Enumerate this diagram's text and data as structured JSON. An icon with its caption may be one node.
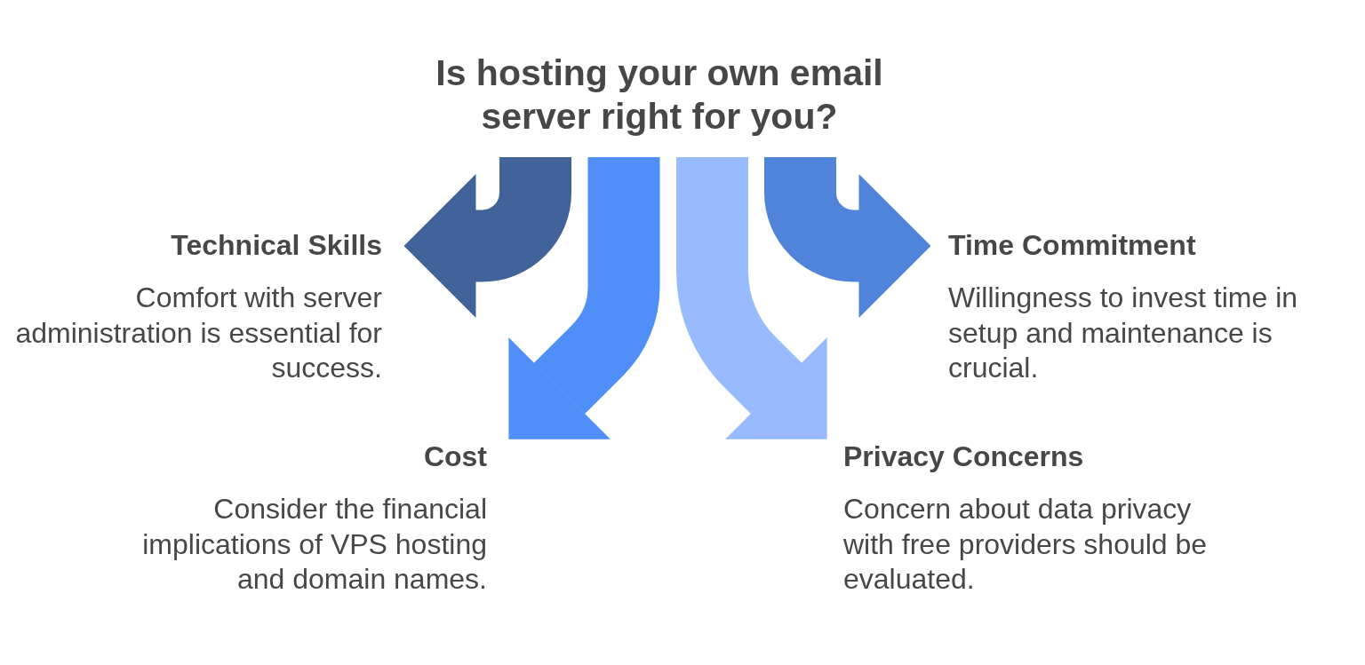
{
  "diagram": {
    "title": "Is hosting your own email server right for you?",
    "nodes": [
      {
        "text": [
          "Technical Skills",
          "Comfort with server administration is essential for success."
        ]
      },
      {
        "text": [
          "Time Commitment",
          "Willingness to invest time in setup and maintenance is crucial."
        ]
      },
      {
        "text": [
          "Cost",
          "Consider the financial implications of VPS hosting and domain names."
        ]
      },
      {
        "text": [
          "Privacy Concerns",
          "Concern about data privacy with free providers should be evaluated."
        ]
      }
    ],
    "edges": [
      {
        "from": null,
        "to": 0,
        "arrow": "to",
        "color": "#41639a"
      },
      {
        "from": null,
        "to": 2,
        "arrow": "to",
        "color": "#508ff8"
      },
      {
        "from": null,
        "to": 3,
        "arrow": "to",
        "color": "#97bbfe"
      },
      {
        "from": null,
        "to": 1,
        "arrow": "to",
        "color": "#5084db"
      }
    ]
  }
}
